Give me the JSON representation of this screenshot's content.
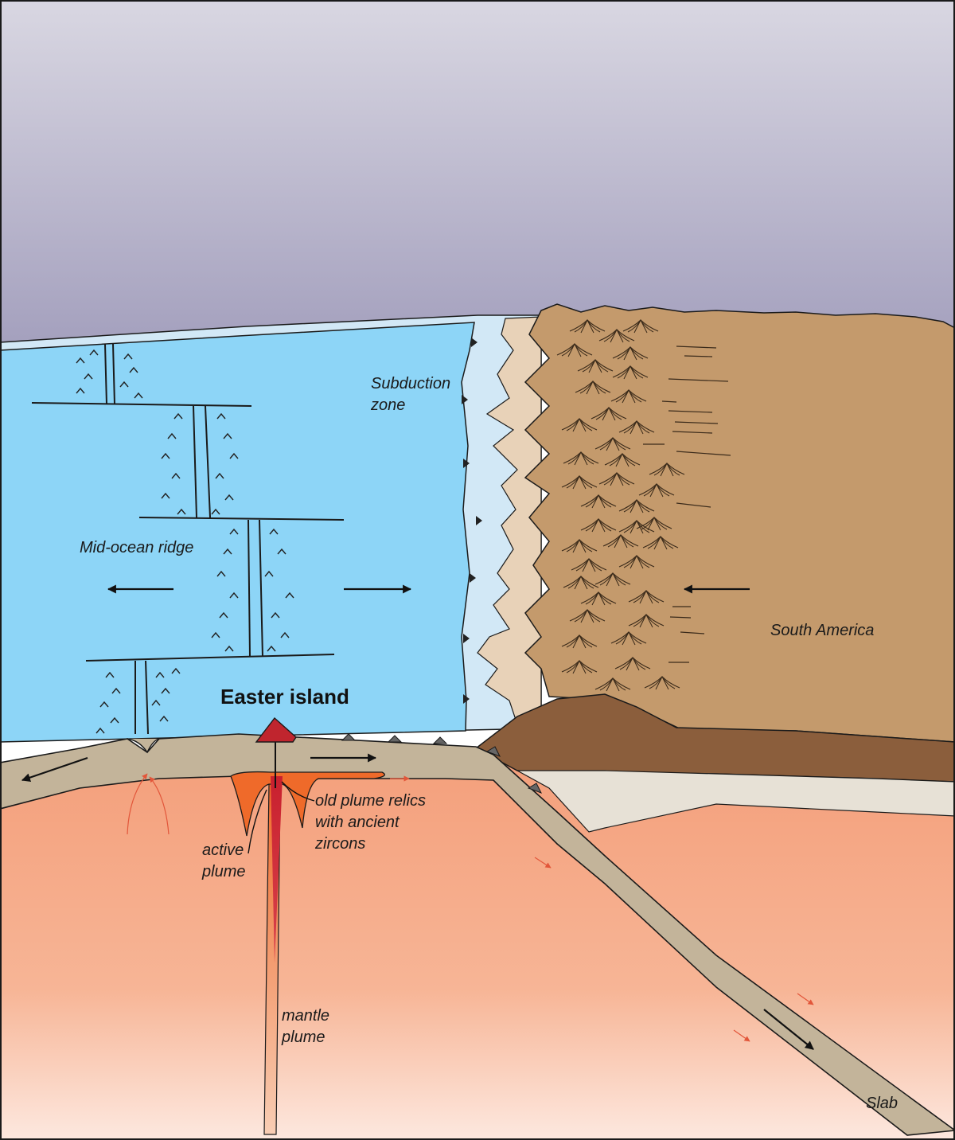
{
  "labels": {
    "subduction_zone": [
      "Subduction",
      "zone"
    ],
    "mid_ocean_ridge": "Mid-ocean ridge",
    "south_america": "South America",
    "easter_island": "Easter island",
    "old_plume_relics": [
      "old plume relics",
      "with ancient",
      "zircons"
    ],
    "active_plume": [
      "active",
      "plume"
    ],
    "mantle_plume": [
      "mantle",
      "plume"
    ],
    "slab": "Slab"
  },
  "colors": {
    "sky_top": "#d9d7e2",
    "sky_bottom": "#a39fbd",
    "ocean": "#8dd5f7",
    "ocean_edge": "#d2e8f6",
    "continent": "#c49a6c",
    "continent_dark": "#8b5e3c",
    "coastal_plain": "#e8d2b8",
    "lithosphere": "#c3b49a",
    "mantle_top": "#f4a07c",
    "mantle_bottom": "#fde8df",
    "plume_orange": "#ef6a2a",
    "plume_red": "#c8202e",
    "volcano": "#c0252e",
    "trench_marker": "#555555"
  }
}
